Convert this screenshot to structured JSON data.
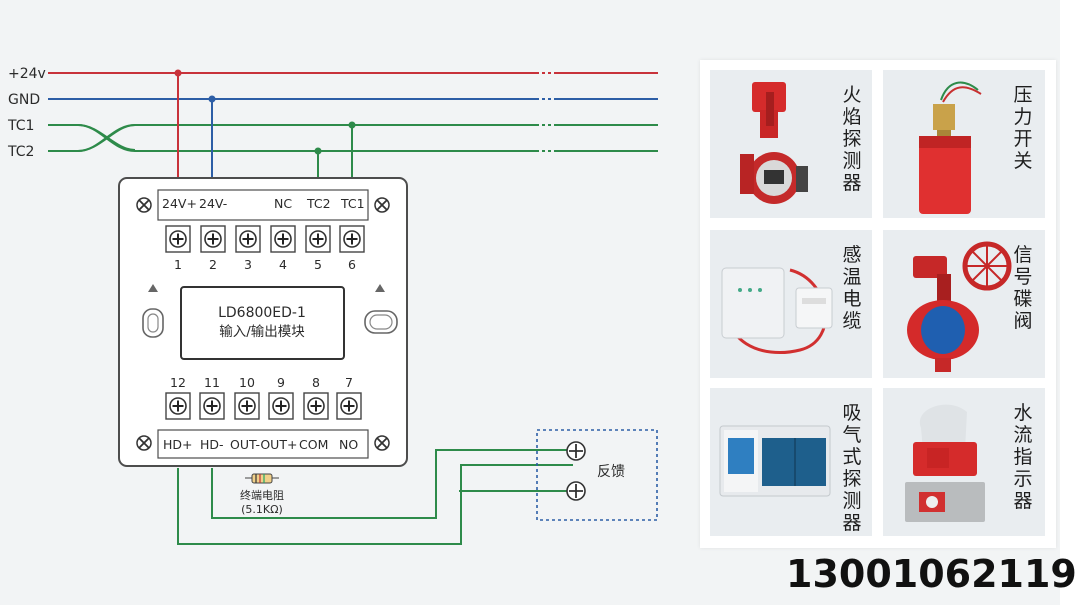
{
  "bus_labels": {
    "p24v": "+24v",
    "gnd": "GND",
    "tc1": "TC1",
    "tc2": "TC2"
  },
  "terminals_top": {
    "headers": [
      "24V+",
      "24V-",
      "NC",
      "TC2",
      "TC1"
    ],
    "numbers": [
      "1",
      "2",
      "3",
      "4",
      "5",
      "6"
    ]
  },
  "terminals_bottom": {
    "numbers": [
      "12",
      "11",
      "10",
      "9",
      "8",
      "7"
    ],
    "headers": [
      "HD+",
      "HD-",
      "OUT-OUT+",
      "COM",
      "NO"
    ]
  },
  "module": {
    "model": "LD6800ED-1",
    "name": "输入/输出模块"
  },
  "resistor": {
    "label": "终端电阻",
    "value": "(5.1KΩ)"
  },
  "feedback_label": "反馈",
  "devices": [
    {
      "label": "火焰探测器",
      "icon": "flame-detector"
    },
    {
      "label": "压力开关",
      "icon": "pressure-switch"
    },
    {
      "label": "感温电缆",
      "icon": "heat-sensing-cable"
    },
    {
      "label": "信号碟阀",
      "icon": "signal-butterfly-valve"
    },
    {
      "label": "吸气式探测器",
      "icon": "aspirating-detector"
    },
    {
      "label": "水流指示器",
      "icon": "water-flow-indicator"
    }
  ],
  "colors": {
    "p24v": "#c8323a",
    "gnd": "#2d5ea6",
    "signal": "#2e8b4a",
    "frame": "#4d4d4d"
  },
  "phone": "13001062119"
}
